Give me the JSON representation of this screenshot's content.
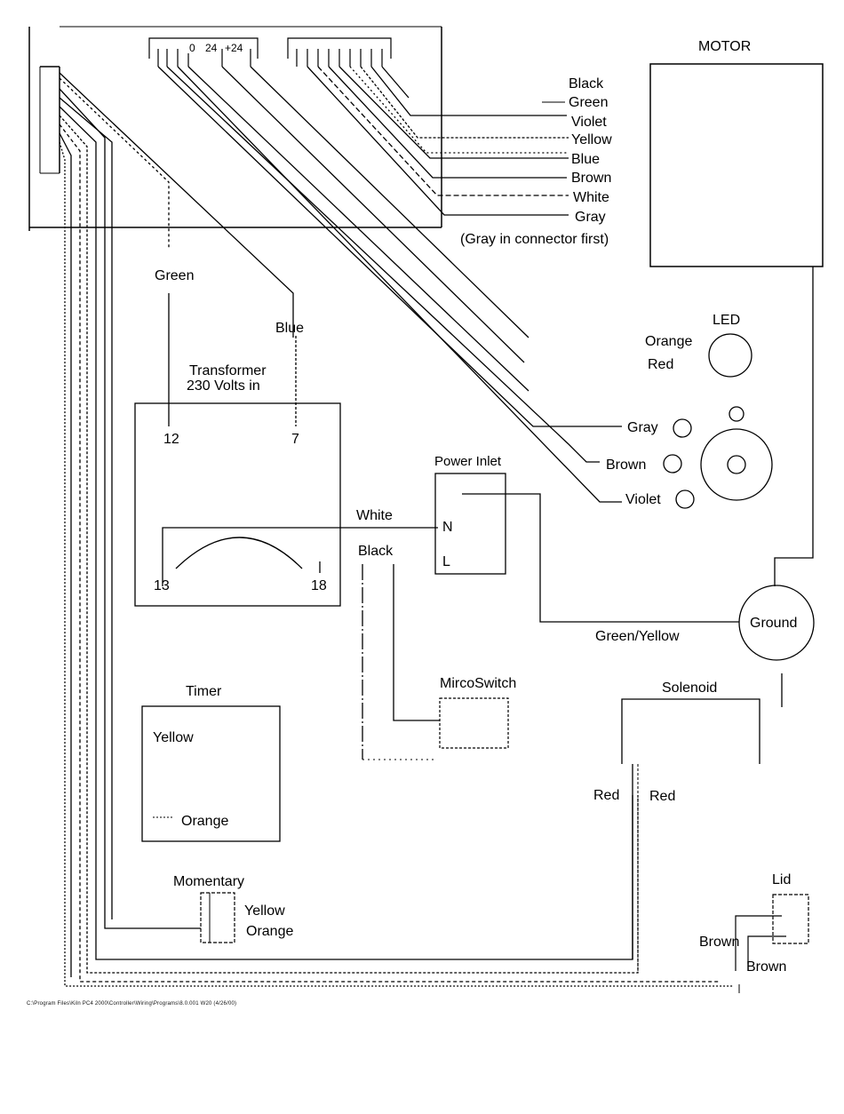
{
  "motor": {
    "title": "MOTOR"
  },
  "wire_list": {
    "items": [
      "Black",
      "Green",
      "Violet",
      "Yellow",
      "Blue",
      "Brown",
      "White",
      "Gray"
    ],
    "note": "(Gray in connector first)"
  },
  "connector": {
    "pin_labels": [
      "0",
      "24",
      "+24"
    ]
  },
  "transformer": {
    "title_line1": "Transformer",
    "title_line2": "230 Volts in",
    "terminals": {
      "t12": "12",
      "t7": "7",
      "t13": "13",
      "t18": "18"
    }
  },
  "wires": {
    "green": "Green",
    "blue": "Blue",
    "white": "White",
    "black": "Black",
    "green_yellow": "Green/Yellow"
  },
  "led": {
    "title": "LED",
    "color1": "Orange",
    "color2": "Red"
  },
  "selector": {
    "wires": [
      "Gray",
      "Brown",
      "Violet"
    ]
  },
  "power_inlet": {
    "title": "Power Inlet",
    "n": "N",
    "l": "L"
  },
  "ground": {
    "label": "Ground"
  },
  "microswitch": {
    "label": "MircoSwitch"
  },
  "solenoid": {
    "label": "Solenoid",
    "wire_left": "Red",
    "wire_right": "Red"
  },
  "timer": {
    "title": "Timer",
    "wire1": "Yellow",
    "wire2": "Orange"
  },
  "momentary": {
    "title": "Momentary",
    "wire1": "Yellow",
    "wire2": "Orange"
  },
  "lid": {
    "title": "Lid",
    "wire1": "Brown",
    "wire2": "Brown"
  },
  "footer": {
    "path": "C:\\Program Files\\Kiln PC4 2000\\Controller\\Wiring\\Programs\\8.0.001 W20 (4/26/00)"
  }
}
